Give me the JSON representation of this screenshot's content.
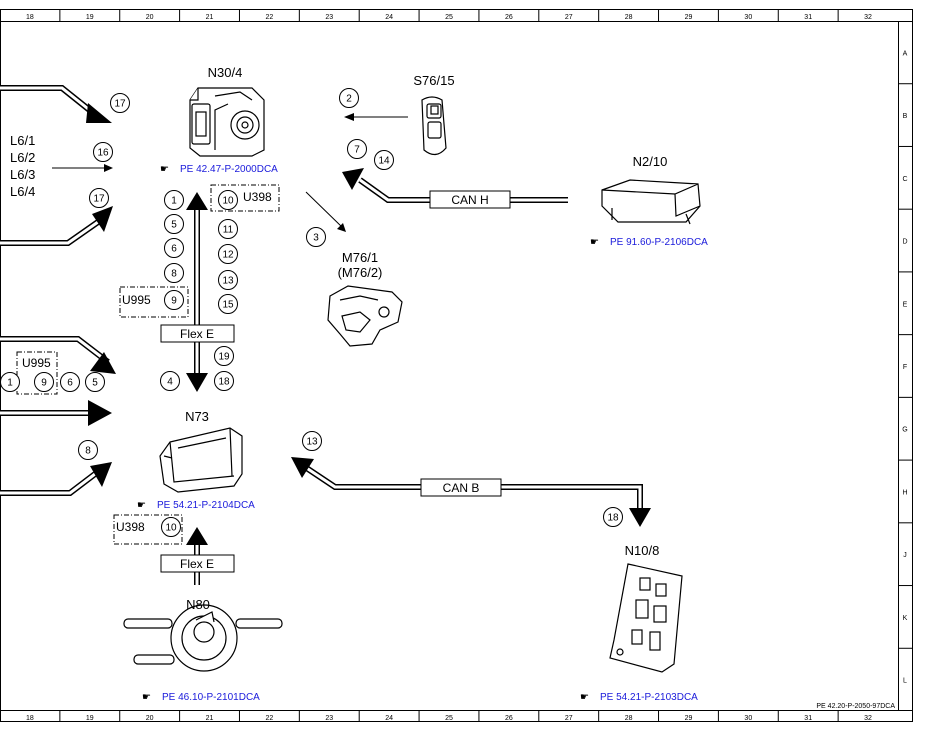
{
  "ruler": {
    "columns": [
      "18",
      "19",
      "20",
      "21",
      "22",
      "23",
      "24",
      "25",
      "26",
      "27",
      "28",
      "29",
      "30",
      "31",
      "32"
    ],
    "rows": [
      "A",
      "B",
      "C",
      "D",
      "E",
      "F",
      "G",
      "H",
      "J",
      "K",
      "L"
    ]
  },
  "footer_code": "PE 42.20-P-2050-97DCA",
  "components": {
    "n30_4": {
      "name": "N30/4",
      "ref": "PE 42.47-P-2000DCA"
    },
    "s76_15": {
      "name": "S76/15"
    },
    "n2_10": {
      "name": "N2/10",
      "ref": "PE 91.60-P-2106DCA"
    },
    "m76_1": {
      "name": "M76/1",
      "alt": "(M76/2)"
    },
    "n73": {
      "name": "N73",
      "ref": "PE 54.21-P-2104DCA"
    },
    "n80": {
      "name": "N80",
      "ref": "PE 46.10-P-2101DCA"
    },
    "n10_8": {
      "name": "N10/8",
      "ref": "PE 54.21-P-2103DCA"
    }
  },
  "left_labels": [
    "L6/1",
    "L6/2",
    "L6/3",
    "L6/4"
  ],
  "bus_labels": {
    "can_h": "CAN H",
    "can_b": "CAN B",
    "flex_e_top": "Flex E",
    "flex_e_bottom": "Flex E"
  },
  "option_codes": {
    "u995_a": "U995",
    "u995_b": "U995",
    "u398_a": "U398",
    "u398_b": "U398"
  },
  "markers": {
    "m17a": "17",
    "m16": "16",
    "m17b": "17",
    "m2": "2",
    "m7": "7",
    "m14": "14",
    "m3": "3",
    "m1": "1",
    "m5": "5",
    "m6": "6",
    "m8a": "8",
    "m9a": "9",
    "m10a": "10",
    "m11": "11",
    "m12": "12",
    "m13a": "13",
    "m15": "15",
    "m19": "19",
    "m18a": "18",
    "m4": "4",
    "m1l": "1",
    "m9b": "9",
    "m6b": "6",
    "m5b": "5",
    "m8b": "8",
    "m13b": "13",
    "m18b": "18",
    "m10b": "10"
  }
}
